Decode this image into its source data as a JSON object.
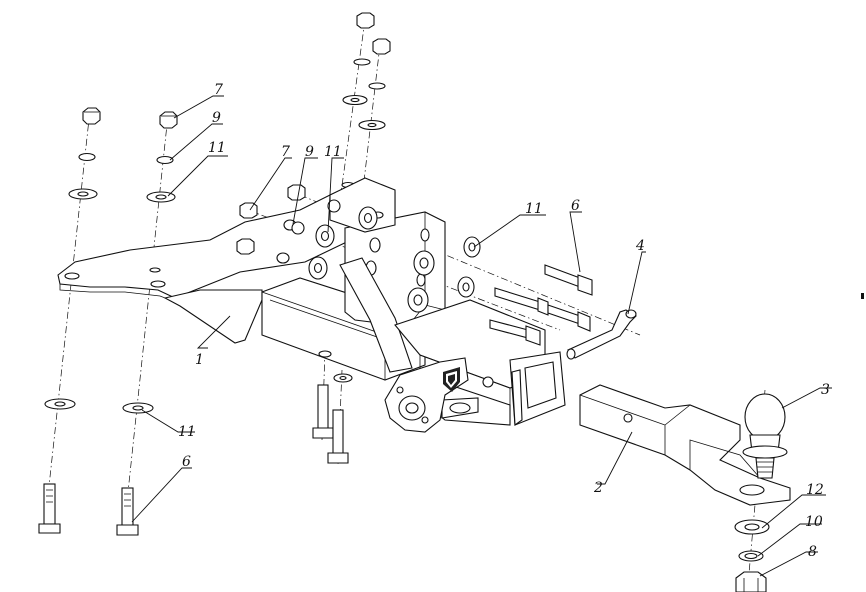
{
  "diagram": {
    "callouts": [
      {
        "id": "c1",
        "text": "1"
      },
      {
        "id": "c2",
        "text": "2"
      },
      {
        "id": "c3",
        "text": "3"
      },
      {
        "id": "c4",
        "text": "4"
      },
      {
        "id": "c6a",
        "text": "6"
      },
      {
        "id": "c6b",
        "text": "6"
      },
      {
        "id": "c7a",
        "text": "7"
      },
      {
        "id": "c7b",
        "text": "7"
      },
      {
        "id": "c8",
        "text": "8"
      },
      {
        "id": "c9a",
        "text": "9"
      },
      {
        "id": "c9b",
        "text": "9"
      },
      {
        "id": "c10",
        "text": "10"
      },
      {
        "id": "c11a",
        "text": "11"
      },
      {
        "id": "c11b",
        "text": "11"
      },
      {
        "id": "c11c",
        "text": "11"
      },
      {
        "id": "c11d",
        "text": "11"
      },
      {
        "id": "c12",
        "text": "12"
      }
    ],
    "colors": {
      "ink": "#111111",
      "background": "#ffffff"
    },
    "logo": "shield-logo"
  }
}
